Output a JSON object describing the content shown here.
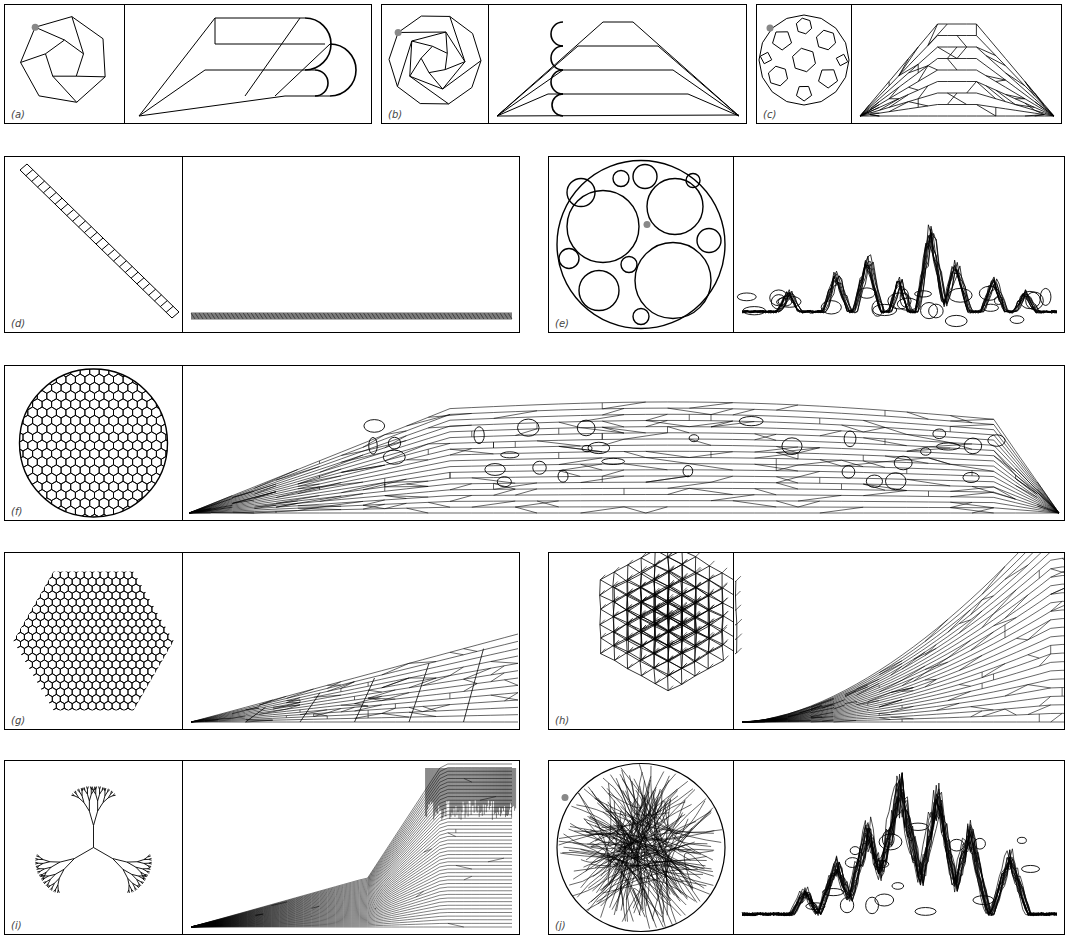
{
  "diagram": {
    "nodes": [
      {
        "text": [
          "(a)"
        ]
      },
      {
        "text": [
          "(b)"
        ]
      },
      {
        "text": [
          "(c)"
        ]
      },
      {
        "text": [
          "(d)"
        ]
      },
      {
        "text": [
          "(e)"
        ]
      },
      {
        "text": [
          "(f)"
        ]
      },
      {
        "text": [
          "(g)"
        ]
      },
      {
        "text": [
          "(h)"
        ]
      },
      {
        "text": [
          "(i)"
        ]
      },
      {
        "text": [
          "(j)"
        ]
      }
    ]
  }
}
